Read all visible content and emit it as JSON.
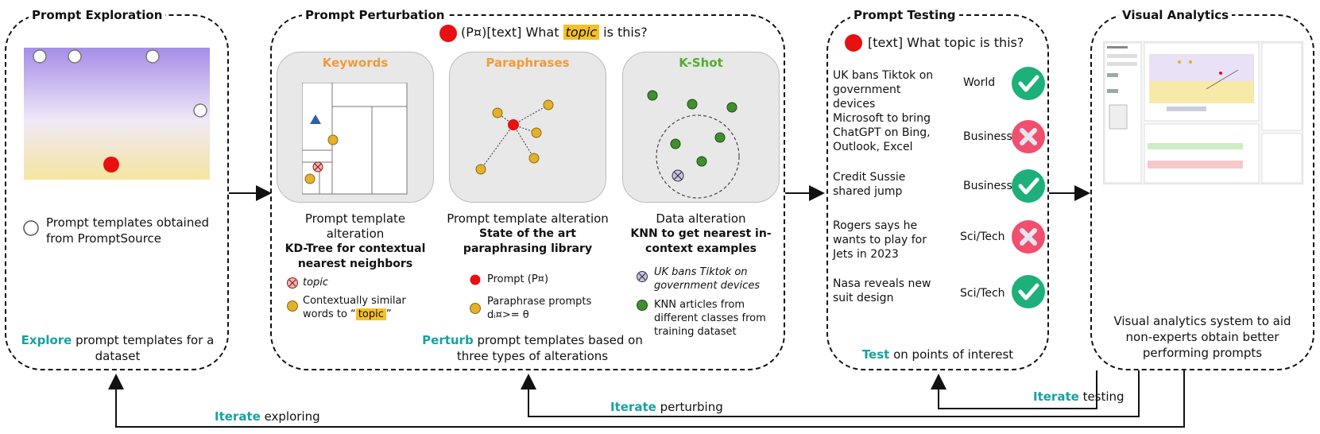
{
  "exploration": {
    "title": "Prompt Exploration",
    "legend": "Prompt templates obtained from PromptSource",
    "bottom_highlight": "Explore",
    "bottom_rest": " prompt templates for a dataset"
  },
  "perturbation": {
    "title": "Prompt Perturbation",
    "prompt_prefix": "(P¤)[text] What ",
    "prompt_topic": "topic",
    "prompt_suffix": " is this?",
    "keywords": {
      "title": "Keywords",
      "desc1": "Prompt template alteration",
      "desc2": "KD-Tree for contextual nearest neighbors",
      "legend1": "topic",
      "legend2_prefix": "Contextually similar words to “",
      "legend2_hl": "topic",
      "legend2_suffix": "”"
    },
    "paraphrases": {
      "title": "Paraphrases",
      "desc1": "Prompt template alteration",
      "desc2": "State of the art paraphrasing library",
      "legend1": "Prompt (P¤)",
      "legend2": "Paraphrase prompts",
      "legend2b": "dᵢ¤>= θ"
    },
    "kshot": {
      "title": "K-Shot",
      "desc1": "Data alteration",
      "desc2": "KNN to get nearest in-context examples",
      "legend1": "UK bans Tiktok on government devices",
      "legend2": "KNN articles from different classes from training dataset"
    },
    "bottom_highlight": "Perturb",
    "bottom_rest": " prompt templates based on three types of alterations"
  },
  "testing": {
    "title": "Prompt Testing",
    "prompt": "[text] What topic is this?",
    "rows": [
      {
        "text": "UK bans Tiktok on government devices",
        "label": "World",
        "status": "check-icon"
      },
      {
        "text": "Microsoft to bring ChatGPT on Bing, Outlook, Excel",
        "label": "Business",
        "status": "cross-icon"
      },
      {
        "text": "Credit Sussie shared jump",
        "label": "Business",
        "status": "check-icon"
      },
      {
        "text": "Rogers says he wants to play for Jets in 2023",
        "label": "Sci/Tech",
        "status": "cross-icon"
      },
      {
        "text": "Nasa reveals new suit design",
        "label": "Sci/Tech",
        "status": "check-icon"
      }
    ],
    "bottom_highlight": "Test",
    "bottom_rest": " on points of interest"
  },
  "visual": {
    "title": "Visual Analytics",
    "desc": "Visual analytics system to aid non-experts obtain better performing prompts"
  },
  "iterate": {
    "word": "Iterate",
    "exploring": " exploring",
    "perturbing": " perturbing",
    "testing": " testing"
  },
  "colors": {
    "teal": "#17a2a2",
    "orange": "#f29a3a",
    "green": "#4fae2e",
    "red": "#e81010",
    "gold": "#e8b21e",
    "check": "#1db07a",
    "cross": "#f0506e"
  }
}
